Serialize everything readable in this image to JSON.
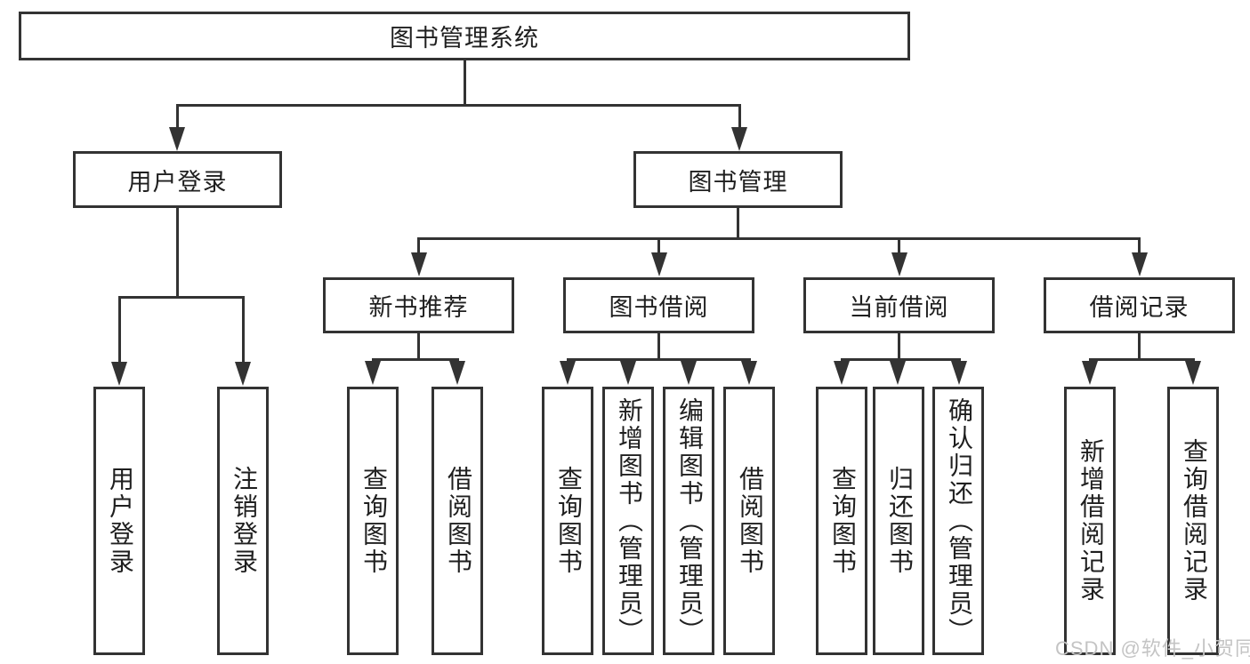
{
  "diagram": {
    "root": {
      "label": "图书管理系统"
    },
    "level2": [
      {
        "label": "用户登录"
      },
      {
        "label": "图书管理"
      }
    ],
    "level3": [
      {
        "label": "新书推荐"
      },
      {
        "label": "图书借阅"
      },
      {
        "label": "当前借阅"
      },
      {
        "label": "借阅记录"
      }
    ],
    "leaves": {
      "user_login": [
        "用户登录",
        "注销登录"
      ],
      "new_books": [
        "查询图书",
        "借阅图书"
      ],
      "book_borrow": [
        "查询图书",
        "新增图书（管理员）",
        "编辑图书（管理员）",
        "借阅图书"
      ],
      "current_borrow": [
        "查询图书",
        "归还图书",
        "确认归还（管理员）"
      ],
      "borrow_records": [
        "新增借阅记录",
        "查询借阅记录"
      ]
    }
  },
  "watermark": {
    "text": "CSDN @软件_小贺同学"
  },
  "colors": {
    "line": "#333333",
    "text": "#1f1f1f",
    "watermark": "#c4c4c4",
    "background": "#ffffff"
  }
}
